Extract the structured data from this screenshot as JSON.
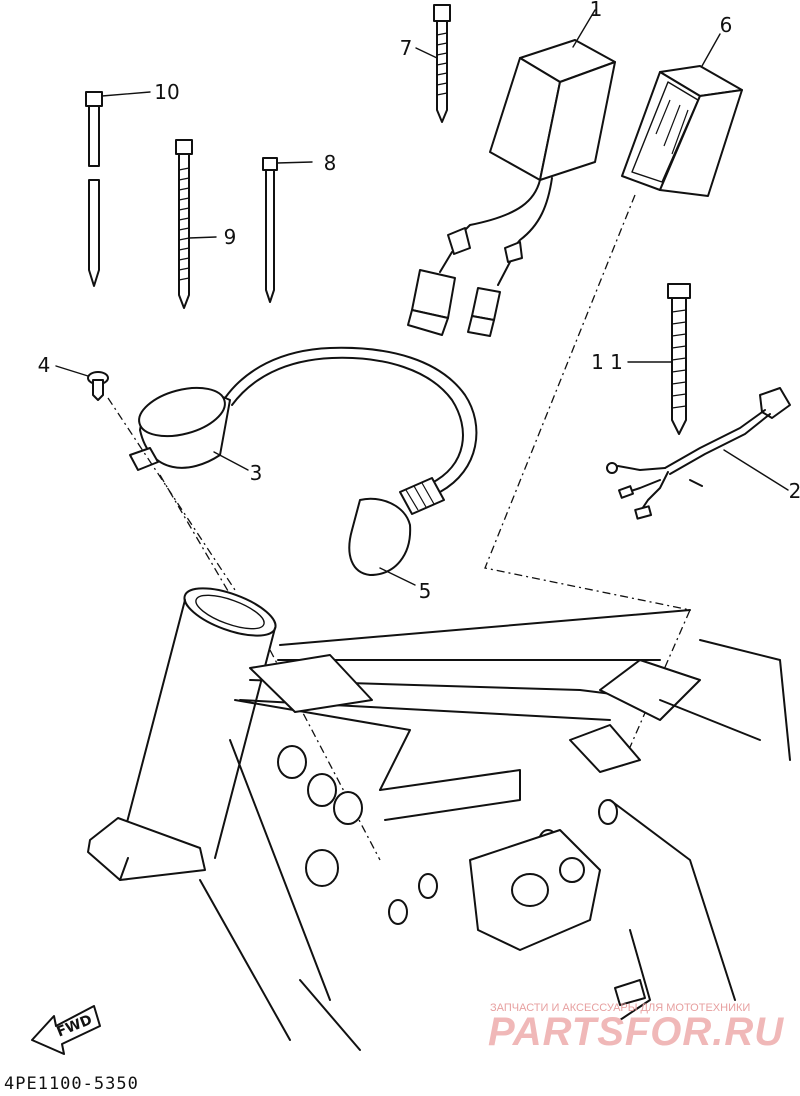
{
  "diagram": {
    "callouts": [
      "1",
      "2",
      "3",
      "4",
      "5",
      "6",
      "7",
      "8",
      "9",
      "10",
      "1 1"
    ],
    "part_code": "4PE1100-5350",
    "fwd_label": "FWD"
  },
  "watermark": {
    "caption": "ЗАПЧАСТИ И АКСЕССУАРЫ ДЛЯ МОТОТЕХНИКИ",
    "brand": "PARTSFOR.RU"
  }
}
